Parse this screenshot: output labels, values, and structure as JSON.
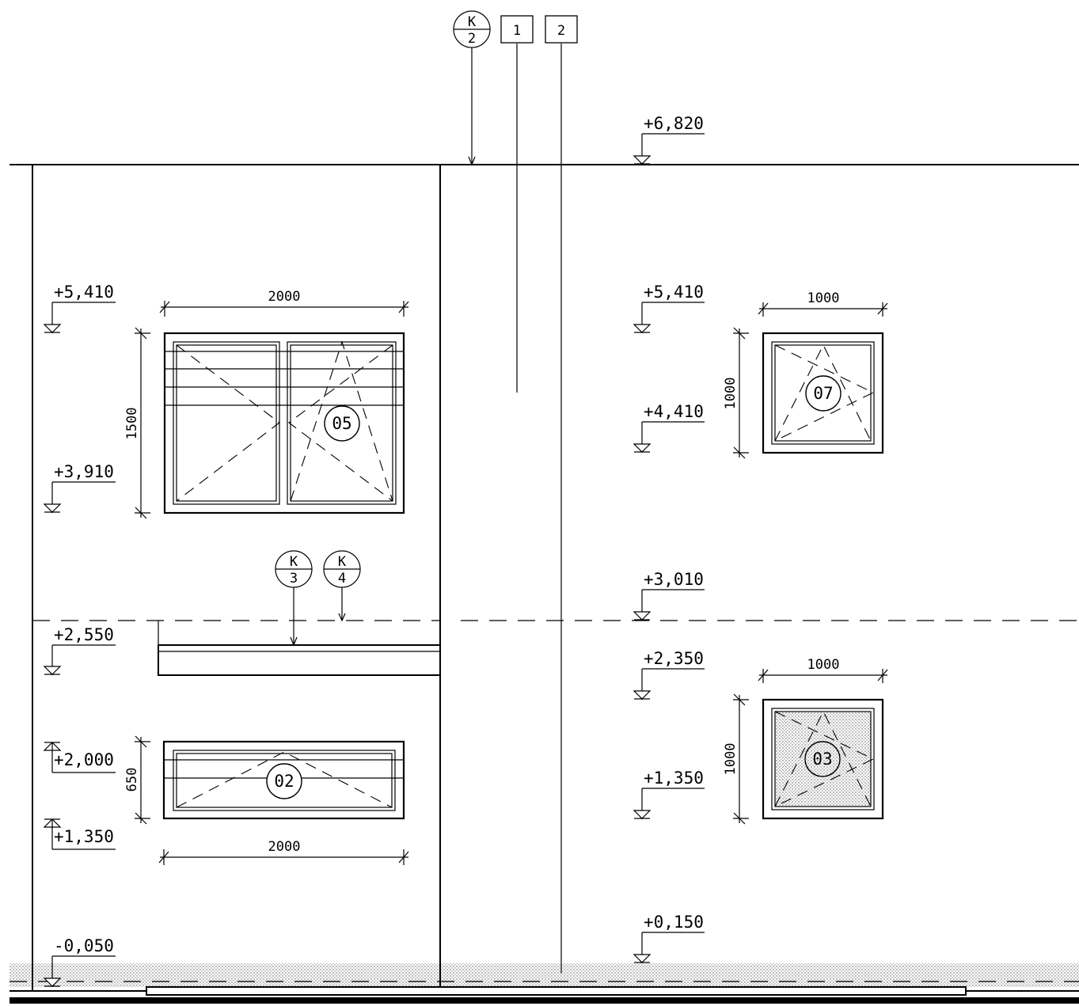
{
  "levels": {
    "top": "+6,820",
    "left_5410": "+5,410",
    "left_3910": "+3,910",
    "left_2550": "+2,550",
    "left_2000": "+2,000",
    "left_1350": "+1,350",
    "left_m050": "-0,050",
    "right_5410": "+5,410",
    "right_4410": "+4,410",
    "right_3010": "+3,010",
    "right_2350": "+2,350",
    "right_1350": "+1,350",
    "right_0150": "+0,150"
  },
  "dimensions": {
    "w05_width": "2000",
    "w05_height": "1500",
    "w02_width": "2000",
    "w02_height": "650",
    "w07_width": "1000",
    "w07_height": "1000",
    "w03_width": "1000",
    "w03_height": "1000"
  },
  "window_tags": {
    "w05": "05",
    "w02": "02",
    "w07": "07",
    "w03": "03"
  },
  "detail_callouts": {
    "k2_top": "K",
    "k2_bottom": "2",
    "k3_top": "K",
    "k3_bottom": "3",
    "k4_top": "K",
    "k4_bottom": "4"
  },
  "material_tags": {
    "m1": "1",
    "m2": "2"
  }
}
